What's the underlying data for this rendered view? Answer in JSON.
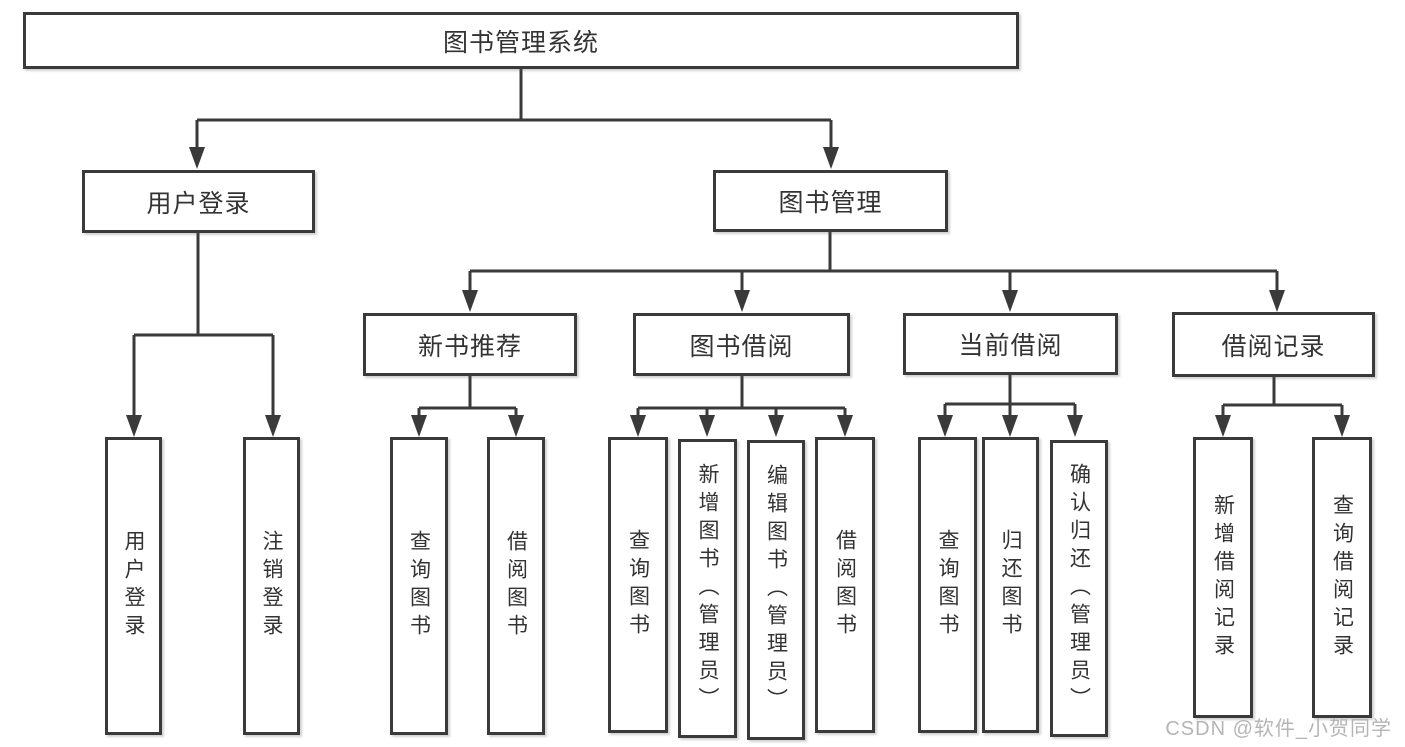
{
  "diagram_title": "图书管理系统",
  "colors": {
    "line": "#3a3a3a",
    "text": "#333333",
    "box_background": "#ffffff",
    "watermark": "#b5b5b5"
  },
  "nodes": {
    "root": {
      "label": "图书管理系统"
    },
    "user_login": {
      "label": "用户登录"
    },
    "book_manage": {
      "label": "图书管理"
    },
    "new_book": {
      "label": "新书推荐"
    },
    "book_borrow": {
      "label": "图书借阅"
    },
    "current_borrow": {
      "label": "当前借阅"
    },
    "borrow_records": {
      "label": "借阅记录"
    }
  },
  "leaves": [
    {
      "parent": "用户登录",
      "label": "用户登录"
    },
    {
      "parent": "用户登录",
      "label": "注销登录"
    },
    {
      "parent": "新书推荐",
      "label": "查询图书"
    },
    {
      "parent": "新书推荐",
      "label": "借阅图书"
    },
    {
      "parent": "图书借阅",
      "label": "查询图书"
    },
    {
      "parent": "图书借阅",
      "label": "新增图书（管理员）"
    },
    {
      "parent": "图书借阅",
      "label": "编辑图书（管理员）"
    },
    {
      "parent": "图书借阅",
      "label": "借阅图书"
    },
    {
      "parent": "当前借阅",
      "label": "查询图书"
    },
    {
      "parent": "当前借阅",
      "label": "归还图书"
    },
    {
      "parent": "当前借阅",
      "label": "确认归还（管理员）"
    },
    {
      "parent": "借阅记录",
      "label": "新增借阅记录"
    },
    {
      "parent": "借阅记录",
      "label": "查询借阅记录"
    }
  ],
  "watermark": {
    "text": "CSDN @软件_小贺同学"
  }
}
